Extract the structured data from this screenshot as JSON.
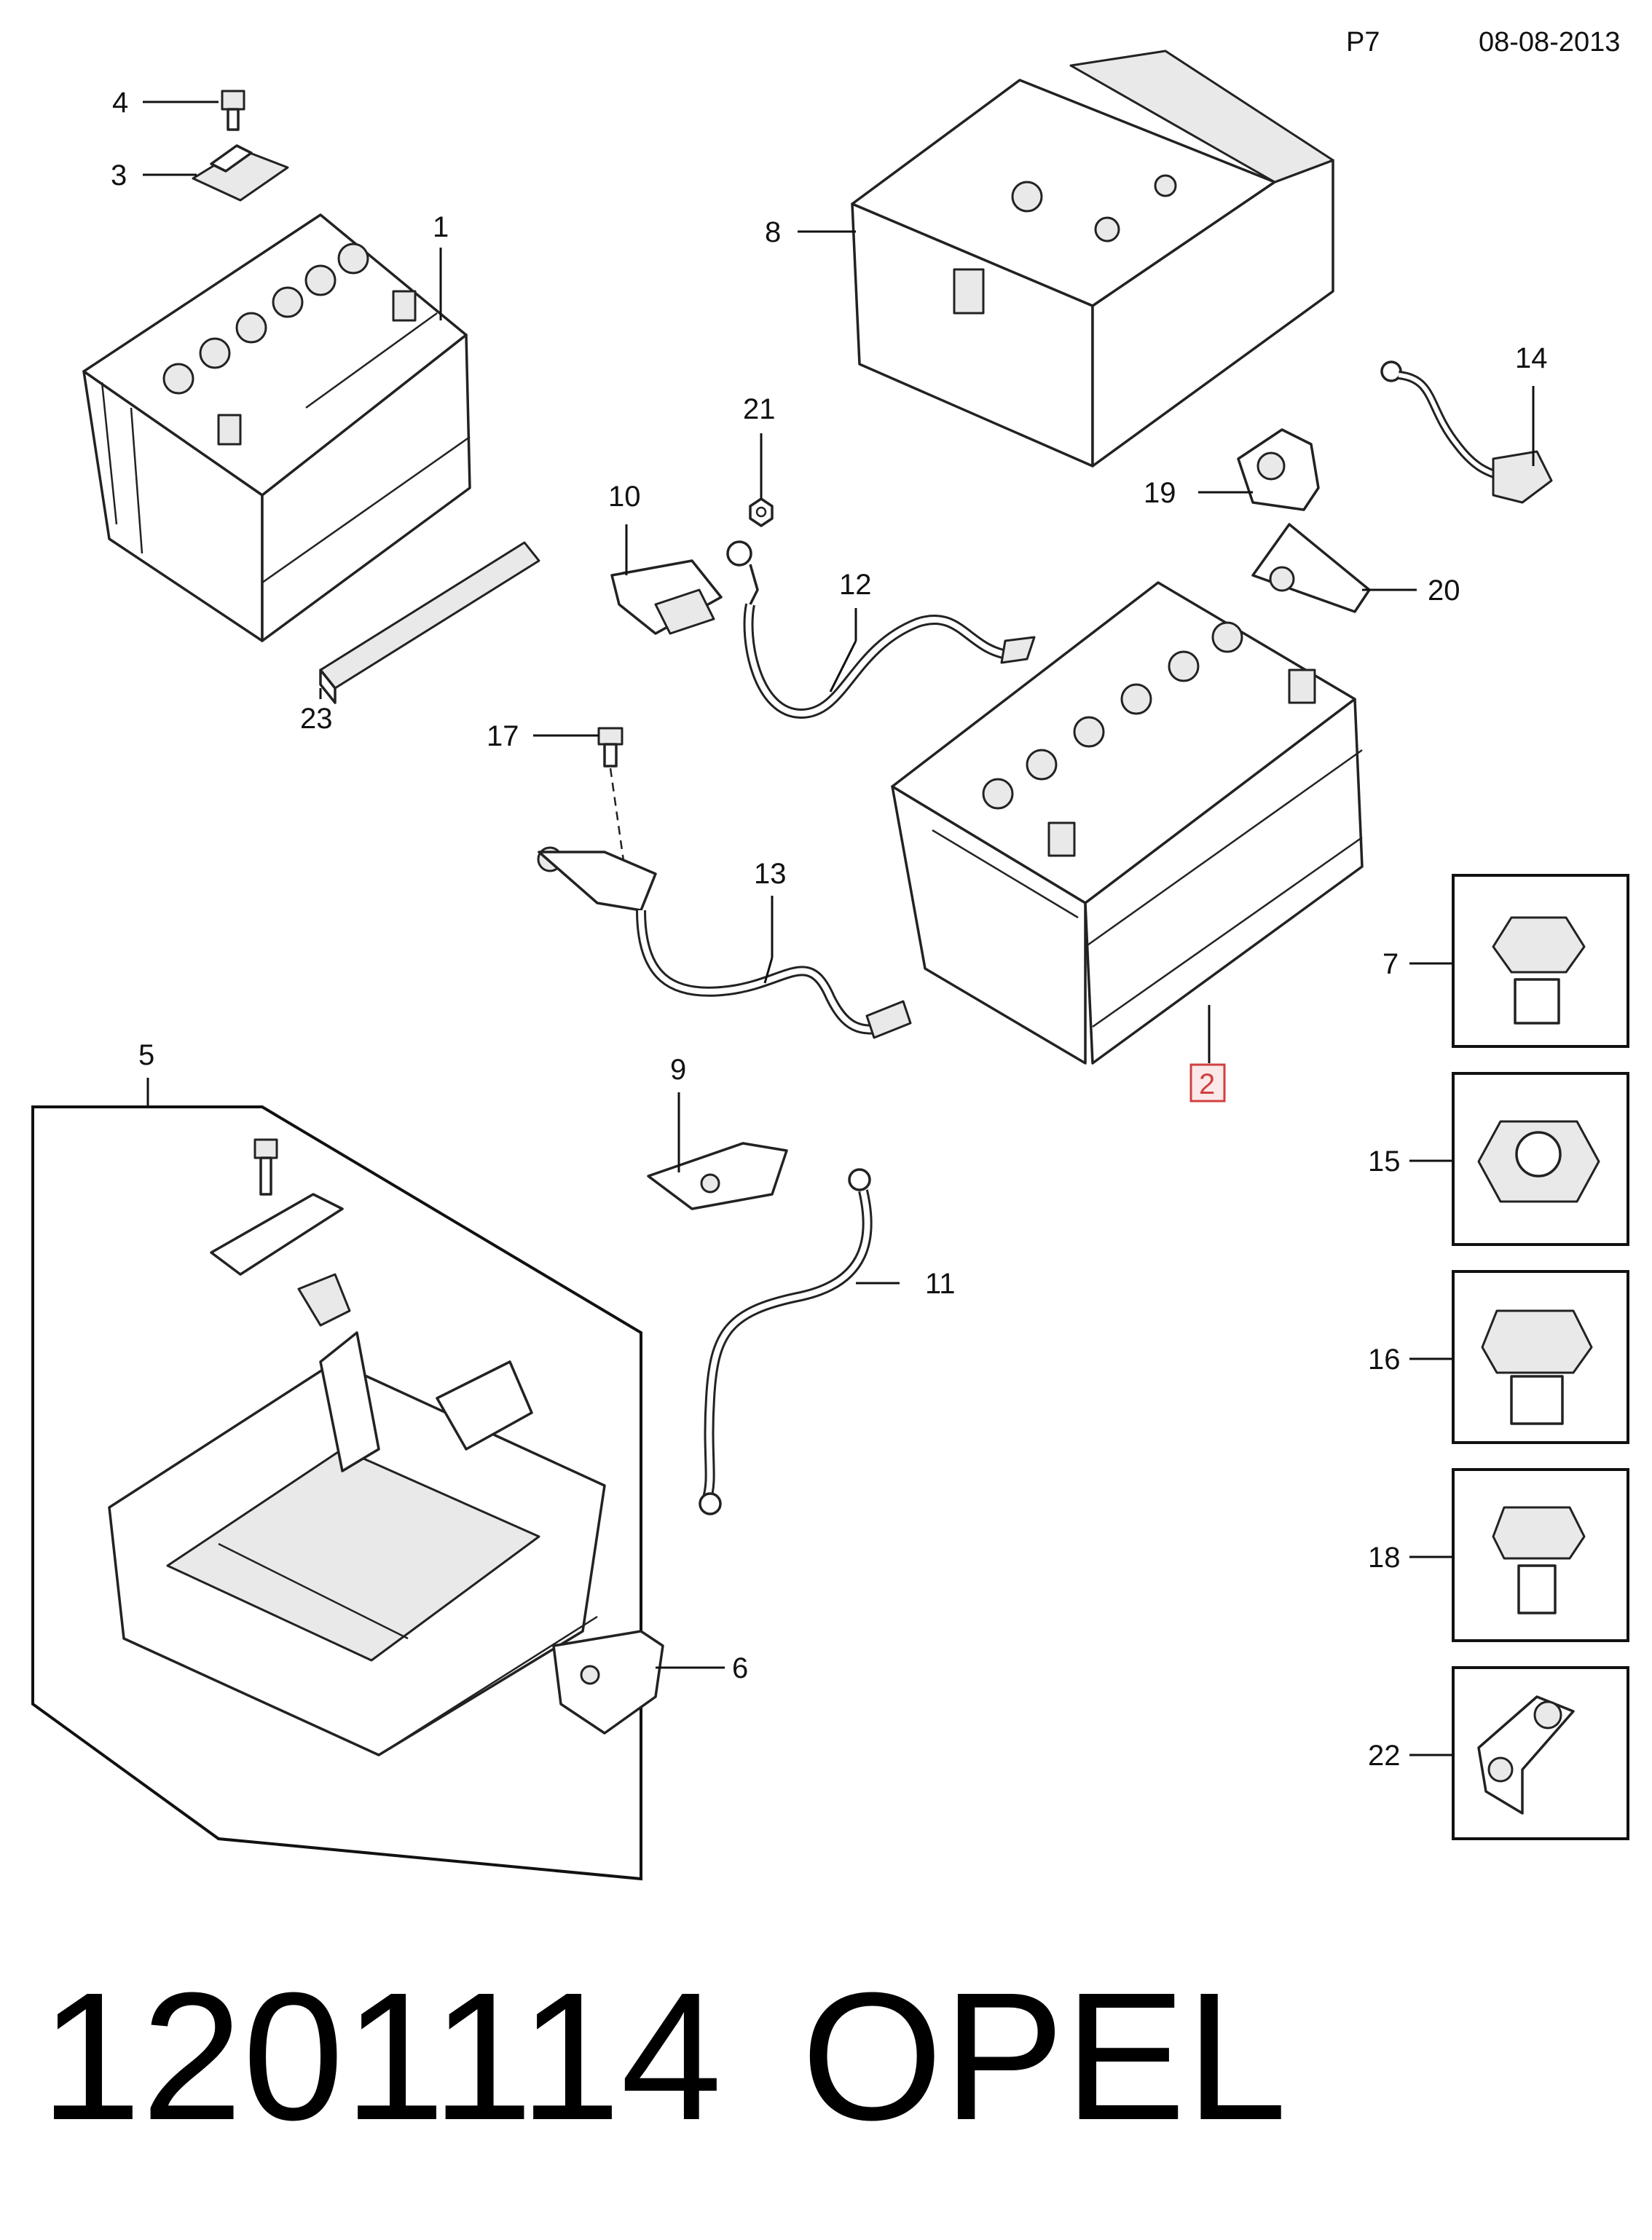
{
  "header": {
    "page": "P7",
    "date": "08-08-2013"
  },
  "callouts": {
    "c1": "1",
    "c2": "2",
    "c3": "3",
    "c4": "4",
    "c5": "5",
    "c6": "6",
    "c7": "7",
    "c8": "8",
    "c9": "9",
    "c10": "10",
    "c11": "11",
    "c12": "12",
    "c13": "13",
    "c14": "14",
    "c15": "15",
    "c16": "16",
    "c17": "17",
    "c18": "18",
    "c19": "19",
    "c20": "20",
    "c21": "21",
    "c22": "22",
    "c23": "23"
  },
  "highlight_color": "#d04040",
  "footer": {
    "part_number": "1201114",
    "brand": "OPEL"
  }
}
